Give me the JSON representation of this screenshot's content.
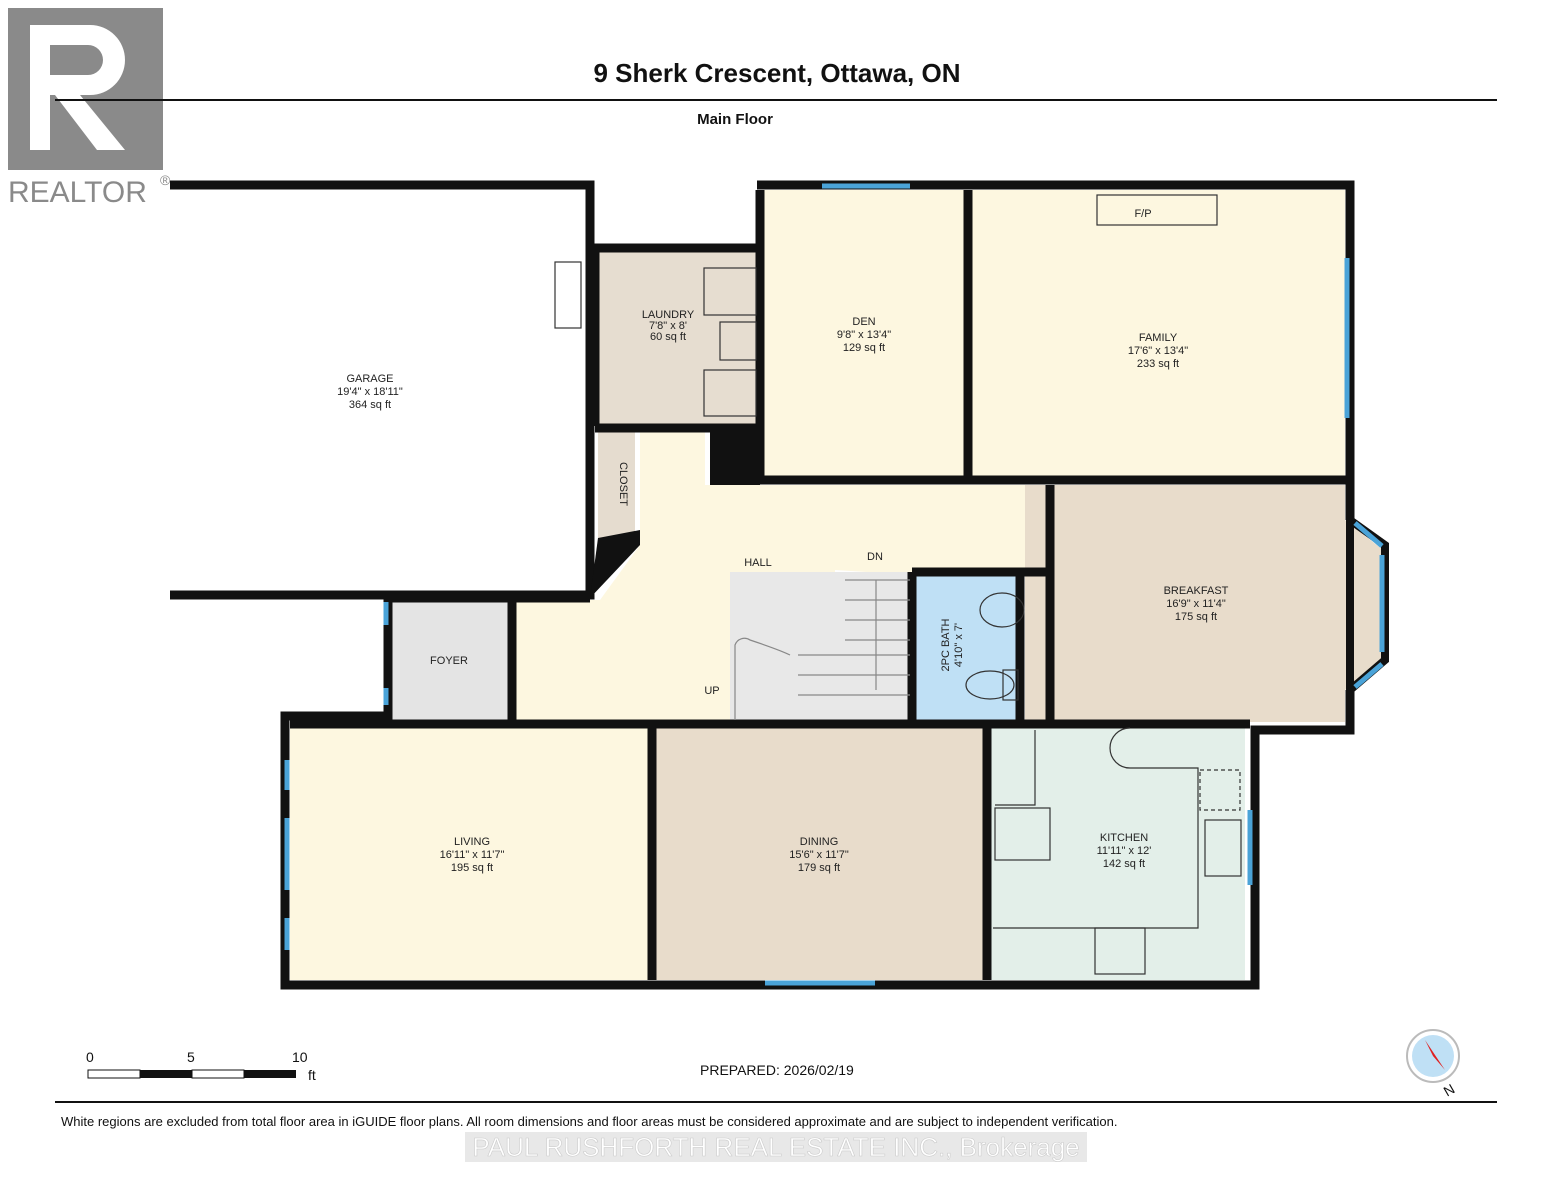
{
  "header": {
    "title": "9 Sherk Crescent, Ottawa, ON",
    "floor": "Main Floor"
  },
  "logo": {
    "text": "REALTOR®"
  },
  "rooms": [
    {
      "name": "GARAGE",
      "dims": "19'4\" x 18'11\"",
      "area": "364 sq ft"
    },
    {
      "name": "LAUNDRY",
      "dims": "7'8\" x 8'",
      "area": "60 sq ft"
    },
    {
      "name": "DEN",
      "dims": "9'8\" x 13'4\"",
      "area": "129 sq ft"
    },
    {
      "name": "FAMILY",
      "dims": "17'6\" x 13'4\"",
      "area": "233 sq ft"
    },
    {
      "name": "BREAKFAST",
      "dims": "16'9\" x 11'4\"",
      "area": "175 sq ft"
    },
    {
      "name": "LIVING",
      "dims": "16'11\" x 11'7\"",
      "area": "195 sq ft"
    },
    {
      "name": "DINING",
      "dims": "15'6\" x 11'7\"",
      "area": "179 sq ft"
    },
    {
      "name": "KITCHEN",
      "dims": "11'11\" x 12'",
      "area": "142 sq ft"
    },
    {
      "name": "2PC BATH",
      "dims": "4'10\" x 7'"
    }
  ],
  "labels": {
    "hall": "HALL",
    "foyer": "FOYER",
    "closet": "CLOSET",
    "fp": "F/P",
    "dn": "DN",
    "up": "UP"
  },
  "scale": {
    "t0": "0",
    "t5": "5",
    "t10": "10",
    "unit": "ft"
  },
  "prepared": "PREPARED: 2026/02/19",
  "compass": {
    "label": "N"
  },
  "disclaimer": "White regions are excluded from total floor area in iGUIDE floor plans. All room dimensions and floor areas must be considered approximate and are subject to independent verification.",
  "watermark": "PAUL RUSHFORTH REAL ESTATE INC., Brokerage",
  "colors": {
    "wall": "#111111",
    "window": "#4aa3d8",
    "yellow": "#fdf7e0",
    "beige": "#e8dccb",
    "bath": "#bfe0f5",
    "kitchen": "#e3efe9",
    "grey": "#e4e4e4"
  }
}
